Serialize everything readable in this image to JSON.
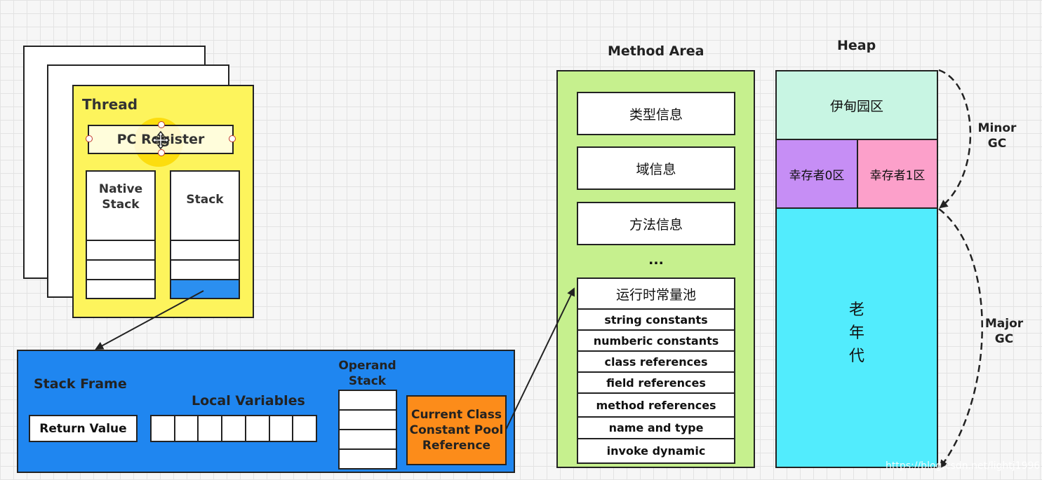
{
  "thread": {
    "title": "Thread",
    "pc_register": "PC Register",
    "native_stack": "Native\nStack",
    "stack": "Stack"
  },
  "stack_frame": {
    "title": "Stack Frame",
    "return_value": "Return Value",
    "local_variables": "Local Variables",
    "operand_stack": "Operand\nStack",
    "constant_pool_reference": "Current Class\nConstant Pool\nReference"
  },
  "method_area": {
    "title": "Method Area",
    "items": [
      "类型信息",
      "域信息",
      "方法信息"
    ],
    "ellipsis": "...",
    "runtime_pool": {
      "title": "运行时常量池",
      "entries": [
        "string constants",
        "numberic constants",
        "class references",
        "field references",
        "method references",
        "name and type",
        "invoke dynamic"
      ]
    }
  },
  "heap": {
    "title": "Heap",
    "eden": "伊甸园区",
    "survivor0": "幸存者0区",
    "survivor1": "幸存者1区",
    "old_gen": "老\n年\n代",
    "minor_gc": "Minor\nGC",
    "major_gc": "Major\nGC"
  },
  "watermark": "https://blog.csdn.net/lightj1996",
  "colors": {
    "thread_bg": "#fdf45c",
    "stack_frame_bg": "#1f86f0",
    "constant_pool_ref_bg": "#fc8c1a",
    "method_area_bg": "#c6f08e",
    "eden_bg": "#c8f5e3",
    "survivor0_bg": "#c68ef5",
    "survivor1_bg": "#fca0ca",
    "old_gen_bg": "#52ecfd",
    "stack_top_slot": "#2b8ff0",
    "pc_highlight": "#fbd800"
  },
  "icons": [
    "move-cursor-icon"
  ]
}
